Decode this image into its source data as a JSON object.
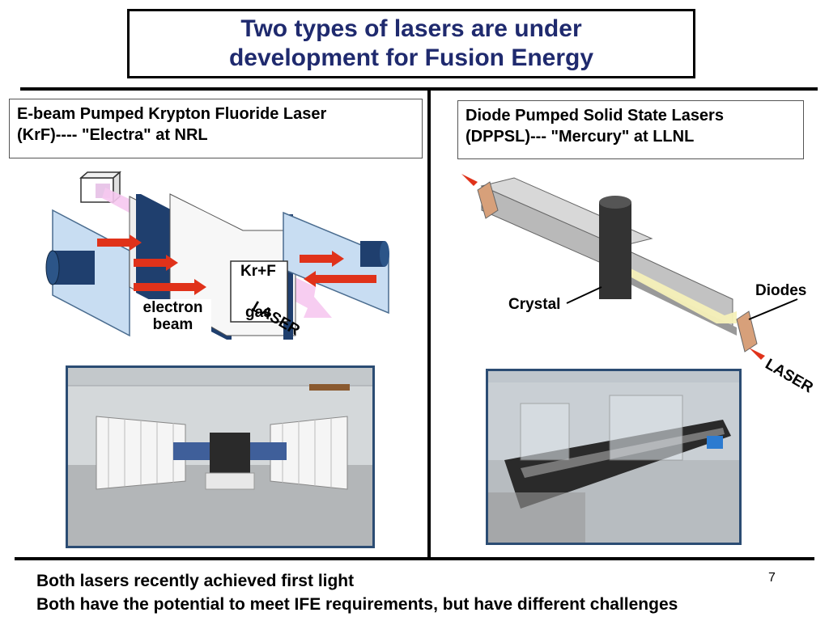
{
  "title": {
    "line1": "Two types of lasers are under",
    "line2": "development for Fusion Energy"
  },
  "left_panel": {
    "label_line1": "E-beam Pumped Krypton Fluoride Laser",
    "label_line2": "(KrF)----   \"Electra\" at NRL",
    "diagram": {
      "chamber_label": "Kr+F",
      "gas_label": "gas",
      "laser_label": "LASER",
      "ebeam_line1": "electron",
      "ebeam_line2": "beam"
    }
  },
  "right_panel": {
    "label_line1": "Diode Pumped Solid State Lasers",
    "label_line2": "(DPPSL)---  \"Mercury\" at LLNL",
    "diagram": {
      "crystal_label": "Crystal",
      "diodes_label": "Diodes",
      "laser_label": "LASER"
    }
  },
  "footer": {
    "line1": "Both lasers recently achieved first light",
    "line2": "Both have the potential to meet IFE requirements, but have different challenges",
    "page_number": "7"
  },
  "colors": {
    "title_text": "#1f2a6e",
    "arrow_red": "#e0321a",
    "laser_pink": "#f6c8f0",
    "laser_beam_yellow": "#f5f0b8",
    "panel_blue": "#c8ddf2",
    "photo_border": "#2b4c73"
  }
}
